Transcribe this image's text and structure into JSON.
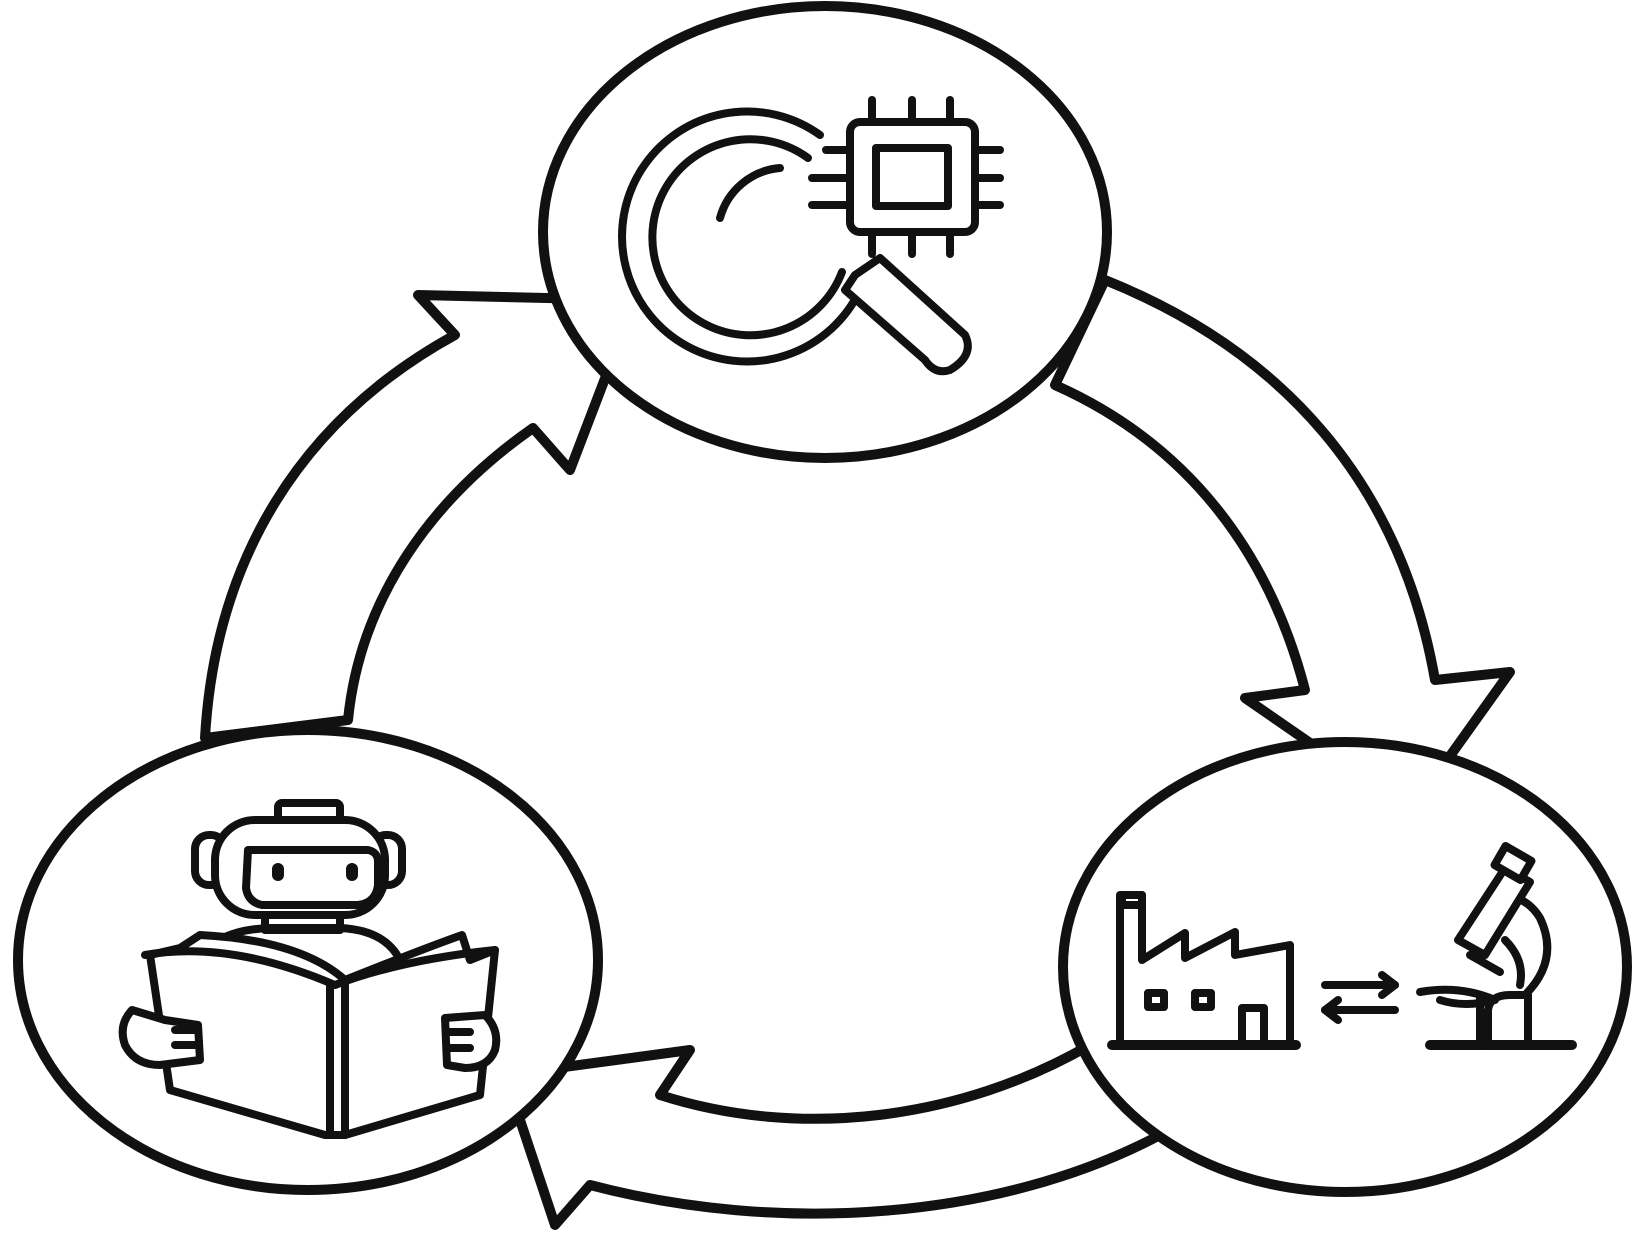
{
  "diagram": {
    "type": "cycle",
    "nodes": [
      {
        "id": "analysis",
        "icon": "magnifier-chip-icon"
      },
      {
        "id": "application",
        "icon": "factory-microscope-icon"
      },
      {
        "id": "learning",
        "icon": "robot-reading-book-icon"
      }
    ],
    "edges": [
      {
        "from": "learning",
        "to": "analysis",
        "direction": "clockwise"
      },
      {
        "from": "analysis",
        "to": "application",
        "direction": "clockwise"
      },
      {
        "from": "application",
        "to": "learning",
        "direction": "clockwise"
      }
    ],
    "stroke_color": "#111111",
    "background_color": "#ffffff"
  }
}
